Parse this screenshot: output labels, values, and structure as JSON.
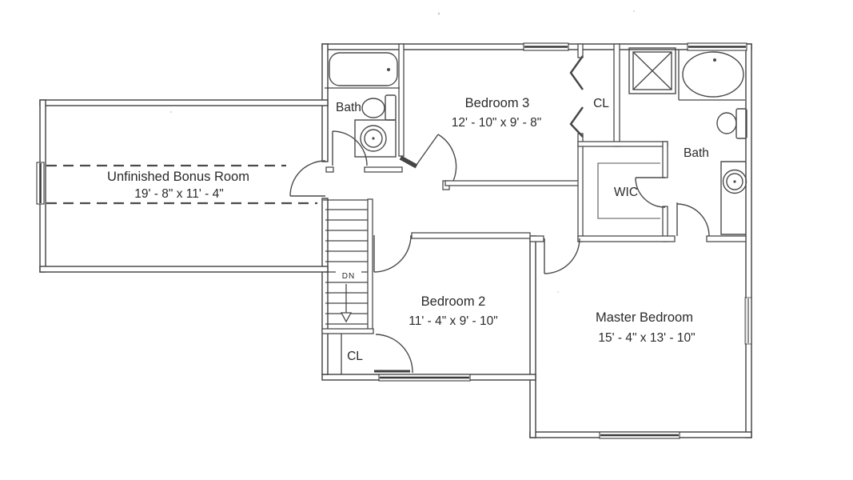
{
  "document": {
    "type": "second-floor-plan"
  },
  "colors": {
    "line": "#3e3e3e",
    "text": "#2a2a2a",
    "background": "#ffffff"
  },
  "rooms": [
    {
      "id": "bonus",
      "name": "Unfinished Bonus Room",
      "dims": "19' - 8\" x 11' - 4\""
    },
    {
      "id": "bedroom3",
      "name": "Bedroom 3",
      "dims": "12' - 10\" x 9' - 8\""
    },
    {
      "id": "bedroom2",
      "name": "Bedroom 2",
      "dims": "11' - 4\" x 9' - 10\""
    },
    {
      "id": "master-bedroom",
      "name": "Master Bedroom",
      "dims": "15' - 4\" x 13' - 10\""
    },
    {
      "id": "bath-upper-left",
      "name": "Bath"
    },
    {
      "id": "bath-master",
      "name": "Bath"
    },
    {
      "id": "closet-bedroom3",
      "name": "CL"
    },
    {
      "id": "closet-bedroom2",
      "name": "CL"
    },
    {
      "id": "walk-in-closet",
      "name": "WIC"
    }
  ],
  "stairs": {
    "label": "DN"
  },
  "fixtures": [
    "bathtub",
    "toilet",
    "sink-vanity",
    "shower",
    "soaking-tub",
    "toilet",
    "sink-vanity"
  ]
}
